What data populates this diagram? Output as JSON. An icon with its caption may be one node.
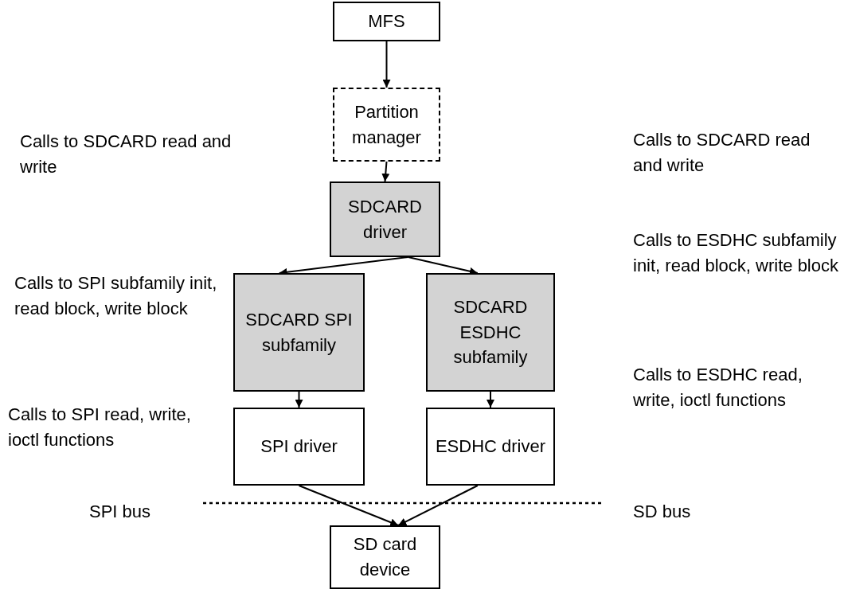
{
  "diagram": {
    "nodes": [
      {
        "text": [
          "MFS"
        ]
      },
      {
        "text": [
          "Partition manager"
        ]
      },
      {
        "text": [
          "SDCARD driver"
        ]
      },
      {
        "text": [
          "SDCARD SPI subfamily"
        ]
      },
      {
        "text": [
          "SDCARD ESDHC subfamily"
        ]
      },
      {
        "text": [
          "SPI driver"
        ]
      },
      {
        "text": [
          "ESDHC driver"
        ]
      },
      {
        "text": [
          "SD card device"
        ]
      }
    ],
    "edges": [
      {
        "from": 0,
        "to": 1,
        "arrow": "to"
      },
      {
        "from": 1,
        "to": 2,
        "arrow": "to"
      },
      {
        "from": 2,
        "to": 3,
        "arrow": "to"
      },
      {
        "from": 2,
        "to": 4,
        "arrow": "to"
      },
      {
        "from": 3,
        "to": 5,
        "arrow": "to"
      },
      {
        "from": 4,
        "to": 6,
        "arrow": "to"
      },
      {
        "from": 5,
        "to": 7,
        "arrow": "to"
      },
      {
        "from": 6,
        "to": 7,
        "arrow": "to"
      }
    ],
    "labels": [
      "Calls to SDCARD read and write",
      "Calls to SDCARD read and write",
      "Calls to ESDHC subfamily init, read block, write block",
      "Calls to SPI subfamily init, read block, write block",
      "Calls to ESDHC read, write, ioctl functions",
      "Calls to SPI read, write, ioctl functions",
      "SPI bus",
      "SD bus"
    ]
  }
}
